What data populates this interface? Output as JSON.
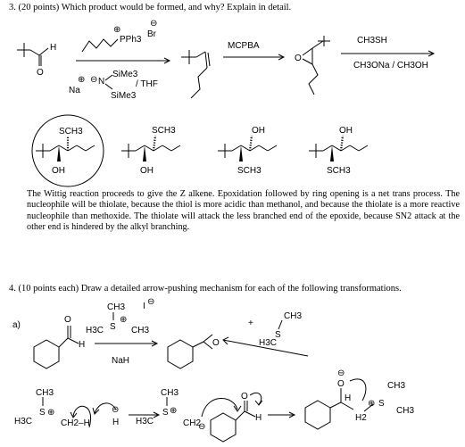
{
  "q3": {
    "header": "3.  (20 points) Which product would be formed, and why?  Explain in detail.",
    "start_label_h": "H",
    "start_label_o": "O",
    "ylide_top_charge": "⊕",
    "ylide_top": "PPh3",
    "ylide_br_charge": "⊖",
    "ylide_br": "Br",
    "base_na_charge": "⊕",
    "base_na": "Na",
    "base_n_charge": "⊖",
    "base_n": "N",
    "base_sime3_a": "SiMe3",
    "base_sime3_b": "SiMe3",
    "base_solvent": "/ THF",
    "reagent_mcpba": "MCPBA",
    "epoxide_o": "O",
    "reagent_ch3sh": "CH3SH",
    "reagent_base": "CH3ONa / CH3OH",
    "products": [
      {
        "label_top": "SCH3",
        "label_bottom": "OH"
      },
      {
        "label_top": "SCH3",
        "label_bottom": "OH"
      },
      {
        "label_top": "OH",
        "label_bottom": "SCH3"
      },
      {
        "label_top": "OH",
        "label_bottom": "SCH3"
      }
    ],
    "explanation": "The Wittig reaction proceeds to give the Z alkene.  Epoxidation followed by ring opening is a net trans process.  The nucleophile will be thiolate, because the thiol is more acidic than methanol, and because the thiolate is a more reactive nucleophile than methoxide.  The thiolate will attack the less branched end of the epoxide, because SN2 attack at the other end is hindered by the alkyl branching."
  },
  "q4": {
    "header": "4.  (10 points each) Draw a detailed arrow-pushing mechanism for each of the following transformations.",
    "part_label": "a)",
    "aldehyde_o": "O",
    "aldehyde_h": "H",
    "sulfonium_ch3": "CH3",
    "sulfonium_h3c": "H3C",
    "sulfonium_s": "S",
    "sulfonium_ch3b": "CH3",
    "iodide": "I",
    "reagent_nah": "NaH",
    "epoxide_o": "O",
    "plus": "+",
    "dms_ch3": "CH3",
    "dms_h3c": "H3C",
    "dms_s": "S",
    "mech": {
      "s1_ch3": "CH3",
      "s1_h3c": "H3C",
      "s1_s": "S",
      "s1_ch2h": "CH2–H",
      "hydride": "H",
      "ylide_ch3": "CH3",
      "ylide_h3c": "H3C",
      "ylide_s": "S",
      "ylide_ch2": "CH2",
      "ald_o": "O",
      "ald_h": "H",
      "betaine_o": "O",
      "betaine_h": "H",
      "betaine_h2c": "H2",
      "betaine_s": "S",
      "betaine_ch3a": "CH3",
      "betaine_ch3b": "CH3"
    }
  }
}
